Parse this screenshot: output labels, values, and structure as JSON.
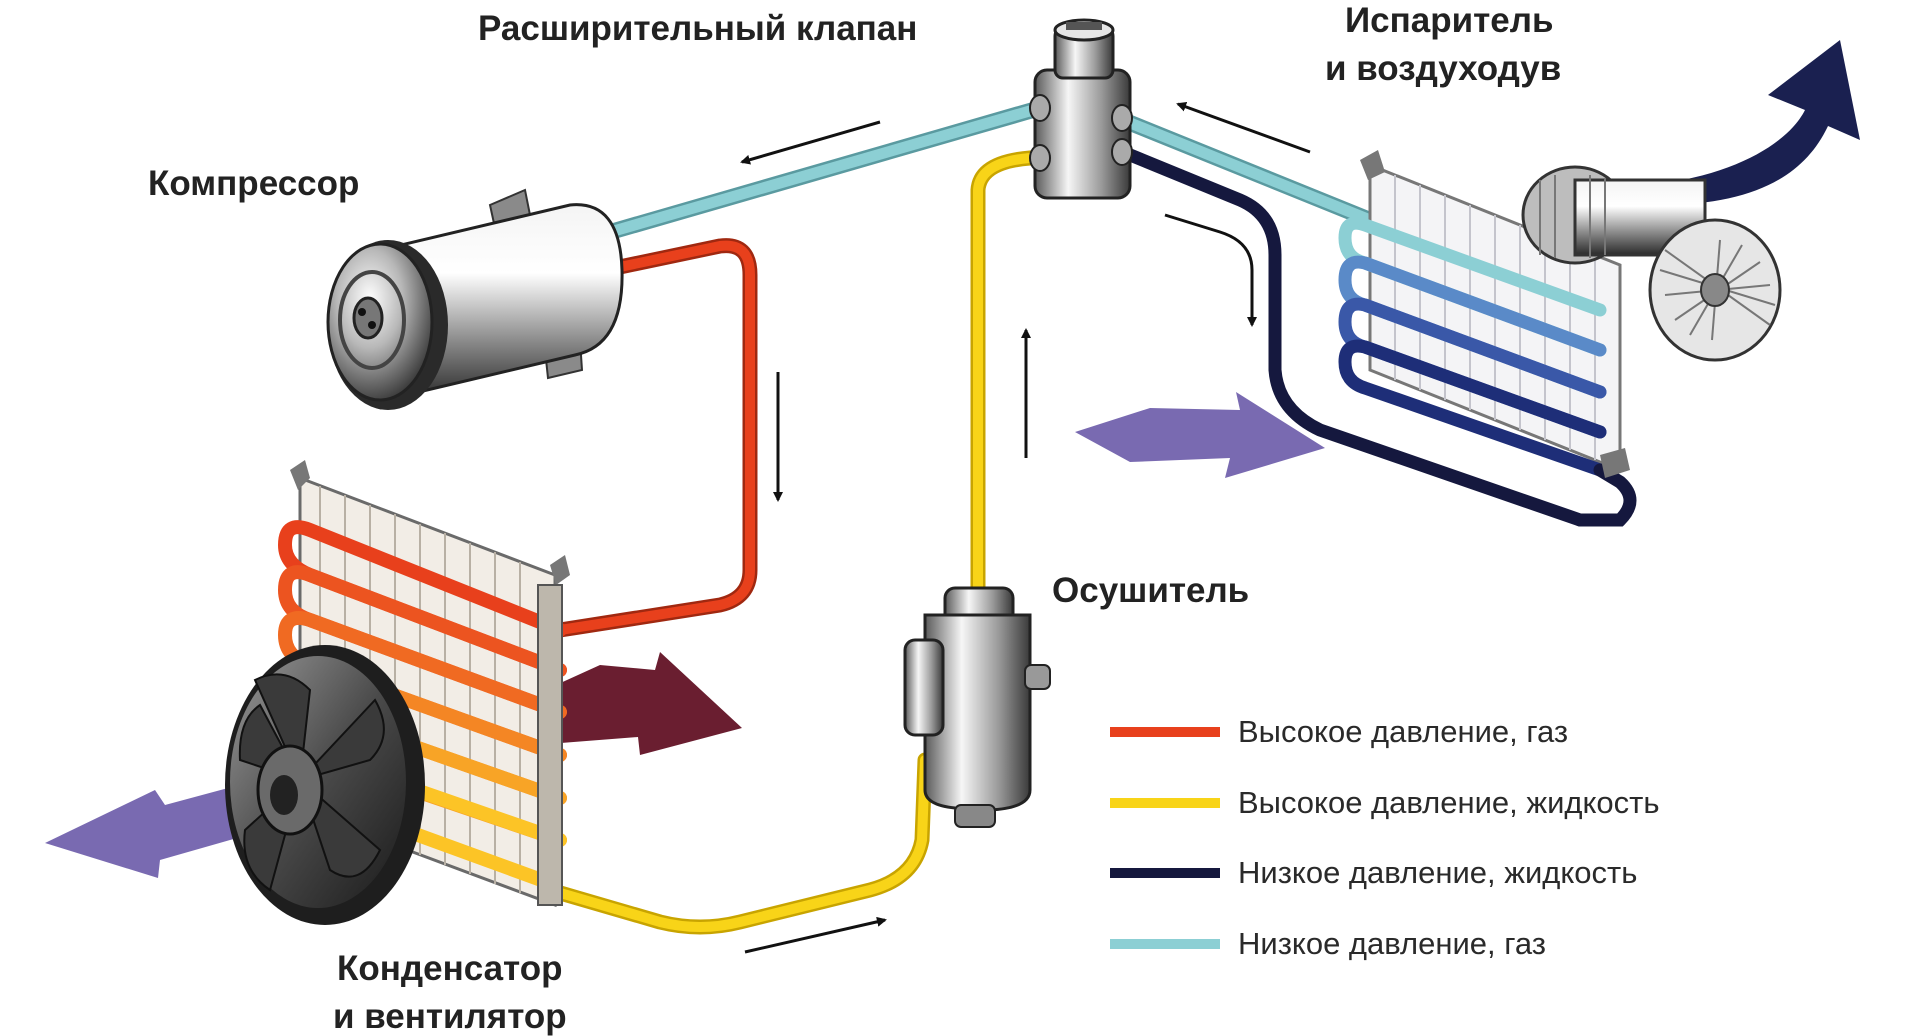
{
  "labels": {
    "expansion_valve": "Расширительный клапан",
    "evaporator_line1": "Испаритель",
    "evaporator_line2": "и воздуходув",
    "compressor": "Компрессор",
    "dryer": "Осушитель",
    "condenser_line1": "Конденсатор",
    "condenser_line2": "и вентилятор"
  },
  "legend": [
    {
      "label": "Высокое давление, газ",
      "color": "#e8401c"
    },
    {
      "label": "Высокое давление, жидкость",
      "color": "#f8d418"
    },
    {
      "label": "Низкое давление, жидкость",
      "color": "#15183e"
    },
    {
      "label": "Низкое давление, газ",
      "color": "#8ccfd4"
    }
  ],
  "colors": {
    "high_pressure_gas": "#e8401c",
    "high_pressure_liquid": "#f8d418",
    "low_pressure_liquid": "#15183e",
    "low_pressure_gas": "#8ccfd4",
    "air_flow_in": "#6a5aa8",
    "air_flow_hot": "#6a1e30",
    "air_flow_cold": "#1a2050"
  }
}
